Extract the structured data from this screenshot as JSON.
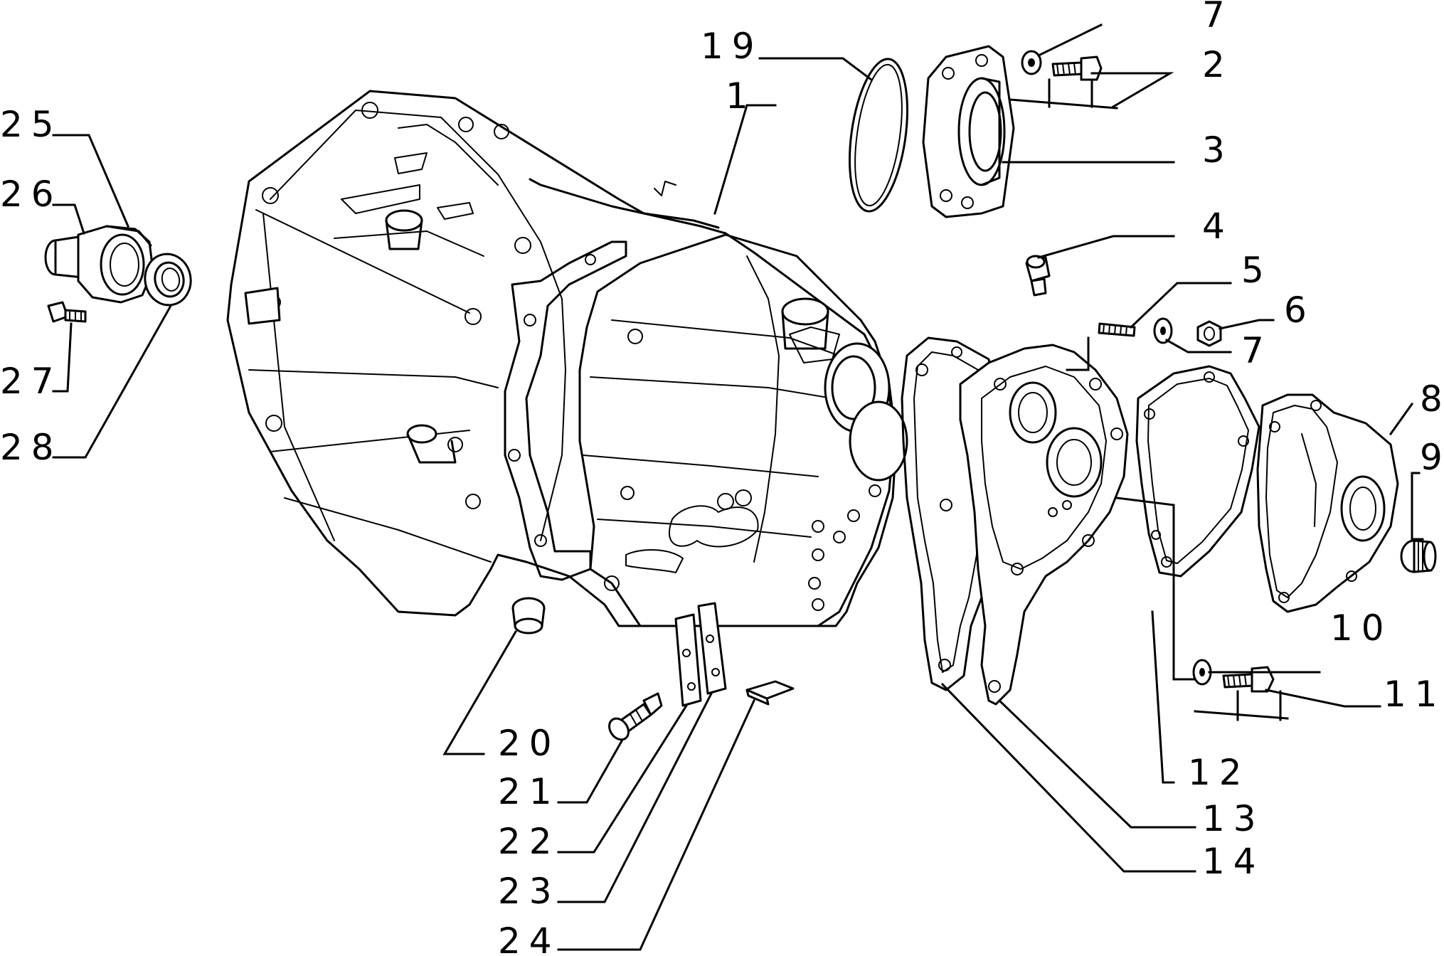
{
  "diagram": {
    "callouts": [
      {
        "id": "c1",
        "text": "1"
      },
      {
        "id": "c2",
        "text": "2"
      },
      {
        "id": "c3",
        "text": "3"
      },
      {
        "id": "c4",
        "text": "4"
      },
      {
        "id": "c5",
        "text": "5"
      },
      {
        "id": "c6",
        "text": "6"
      },
      {
        "id": "c7a",
        "text": "7"
      },
      {
        "id": "c7b",
        "text": "7"
      },
      {
        "id": "c8",
        "text": "8"
      },
      {
        "id": "c9",
        "text": "9"
      },
      {
        "id": "c10",
        "text": "10"
      },
      {
        "id": "c11",
        "text": "11"
      },
      {
        "id": "c12",
        "text": "12"
      },
      {
        "id": "c13",
        "text": "13"
      },
      {
        "id": "c14",
        "text": "14"
      },
      {
        "id": "c19",
        "text": "19"
      },
      {
        "id": "c20",
        "text": "20"
      },
      {
        "id": "c21",
        "text": "21"
      },
      {
        "id": "c22",
        "text": "22"
      },
      {
        "id": "c23",
        "text": "23"
      },
      {
        "id": "c24",
        "text": "24"
      },
      {
        "id": "c25",
        "text": "25"
      },
      {
        "id": "c26",
        "text": "26"
      },
      {
        "id": "c27",
        "text": "27"
      },
      {
        "id": "c28",
        "text": "28"
      }
    ]
  }
}
